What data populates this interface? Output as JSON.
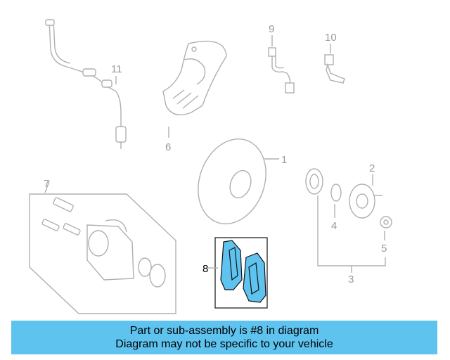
{
  "callouts": {
    "c1": "1",
    "c2": "2",
    "c3": "3",
    "c4": "4",
    "c5": "5",
    "c6": "6",
    "c7": "7",
    "c8": "8",
    "c9": "9",
    "c10": "10",
    "c11": "11"
  },
  "banner": {
    "line1": "Part or sub-assembly is #8 in diagram",
    "line2": "Diagram may not be specific to your vehicle"
  },
  "colors": {
    "highlight": "#5ec3ee",
    "banner": "#5ec3ee",
    "line": "#b0b0b0"
  }
}
